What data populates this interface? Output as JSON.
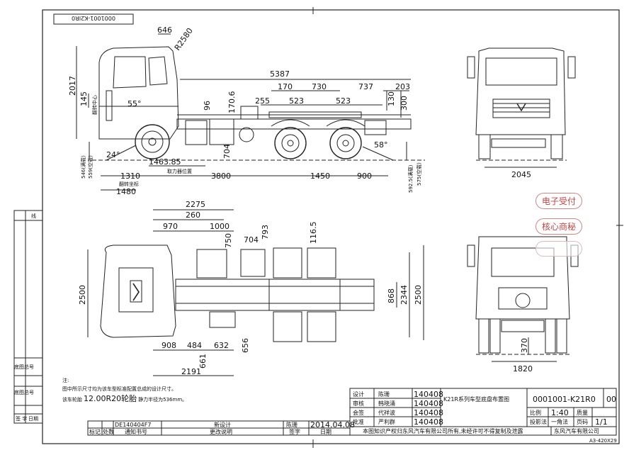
{
  "drawing_number_mirrored": "0001001-K2IR0",
  "side_view": {
    "dims": {
      "d646": "646",
      "r2580": "R2580",
      "d5387": "5387",
      "d2017": "2017",
      "d145": "145",
      "ang55": "55°",
      "d96": "96",
      "d170_6": "170.6",
      "d255": "255",
      "d170": "170",
      "d730": "730",
      "d737": "737",
      "d203": "203",
      "d523a": "523",
      "d523b": "523",
      "d130": "130",
      "d300": "300",
      "d704": "704",
      "ang24": "24°",
      "ang58": "58°",
      "d1463": "1463.85",
      "d1310": "1310",
      "d3800": "3800",
      "d1450": "1450",
      "d900": "900",
      "d1480": "1480",
      "d546": "546(满载)",
      "d559": "559(空载)",
      "d592": "592.5(满载)",
      "d575": "575(空载)"
    },
    "labels": {
      "cab_tilt_center": "翻转中心",
      "pto": "取力器位置",
      "cab_tilt_coord": "翻转坐标"
    }
  },
  "front_view": {
    "d2045": "2045"
  },
  "top_view": {
    "dims": {
      "d2275": "2275",
      "d260": "260",
      "d970": "970",
      "d1000": "1000",
      "d750": "750",
      "d704": "704",
      "d793": "793",
      "d116_5": "116.5",
      "d2500a": "2500",
      "d2500b": "2500",
      "d868": "868",
      "d2344": "2344",
      "d908": "908",
      "d484": "484",
      "d632": "632",
      "d656": "656",
      "d661": "661",
      "d2191": "2191"
    }
  },
  "rear_view": {
    "d370": "370",
    "d1820": "1820"
  },
  "stamps": {
    "s1": "电子受付",
    "s2": "核心商秘"
  },
  "left_strip": {
    "l1": "线",
    "l2": "底图总号",
    "l3": "底图总号",
    "l4": "签 字",
    "l5": "日期"
  },
  "notes": {
    "title": "注:",
    "line1": "图中所示尺寸均为该车型标准配置总成的设计尺寸。",
    "line2_prefix": "该车轮胎",
    "line2_tire": "12.00R20轮胎",
    "line2_suffix": "静力半径为536mm。"
  },
  "title_block": {
    "roles": [
      "设计",
      "审核",
      "会签",
      "批准"
    ],
    "names": [
      "陈珊",
      "韩晓涌",
      "代祥波",
      "严利群"
    ],
    "dates": [
      "140408",
      "140408",
      "140408",
      "140408"
    ],
    "drawing_title": "K21R系列车型底盘布置图",
    "drawing_number": "0001001-K21R0",
    "version": "00",
    "scale_label": "比例",
    "scale_value": "1:40",
    "mass_label": "质量",
    "proj_label": "投影法",
    "proj_value": "一角法",
    "page_label": "页码",
    "page_value": "1/1",
    "copyright": "本图知识产权归东风汽车有限公司所有,未经许可不得复制及泄露",
    "company": "东风汽车有限公司",
    "rev_code": "DE140404F7",
    "rev_type": "新设计",
    "rev_date": "2014.04.08",
    "rev_person": "陈珊",
    "col_mark": "标记",
    "col_count": "处数",
    "col_notice": "通知书号",
    "col_change": "更改说明",
    "col_sign": "签字",
    "col_date": "日期",
    "sheet_size": "A3-420X29"
  }
}
